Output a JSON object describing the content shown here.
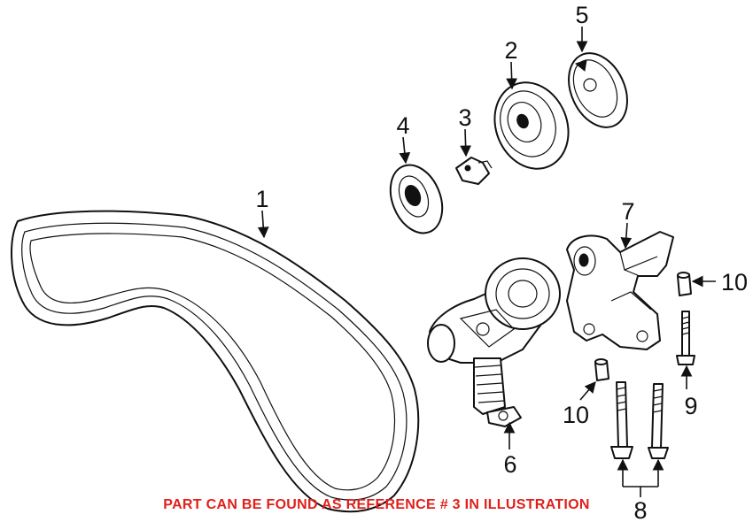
{
  "callouts": {
    "c1": "1",
    "c2": "2",
    "c3": "3",
    "c4": "4",
    "c5": "5",
    "c6": "6",
    "c7": "7",
    "c8": "8",
    "c9": "9",
    "c10a": "10",
    "c10b": "10"
  },
  "notice": "PART CAN BE FOUND AS REFERENCE # 3 IN ILLUSTRATION",
  "colors": {
    "notice": "#e0201b",
    "line": "#111111"
  }
}
